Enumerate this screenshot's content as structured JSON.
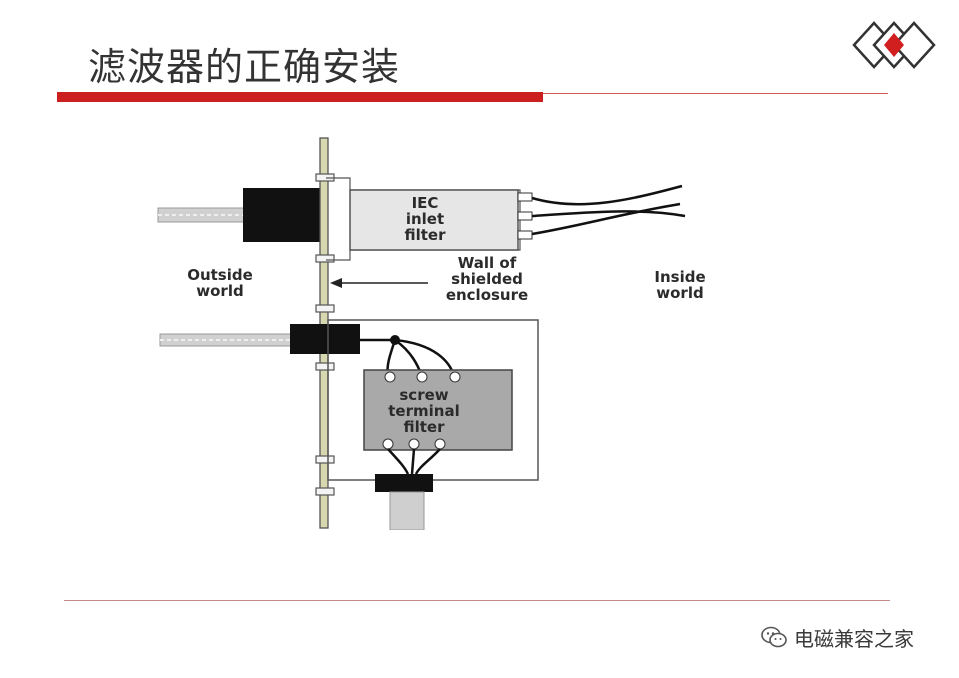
{
  "slide": {
    "title": "滤波器的正确安装"
  },
  "diagram": {
    "iec_filter_label": [
      "IEC",
      "inlet",
      "filter"
    ],
    "outside_world_label": [
      "Outside",
      "world"
    ],
    "inside_world_label": [
      "Inside",
      "world"
    ],
    "wall_label": [
      "Wall of",
      "shielded",
      "enclosure"
    ],
    "screw_filter_label": [
      "screw",
      "terminal",
      "filter"
    ]
  },
  "watermark": {
    "text": "电磁兼容之家",
    "icon": "wechat-icon"
  },
  "colors": {
    "accent_red": "#cc1f1f",
    "thin_line": "#c48a8a"
  }
}
